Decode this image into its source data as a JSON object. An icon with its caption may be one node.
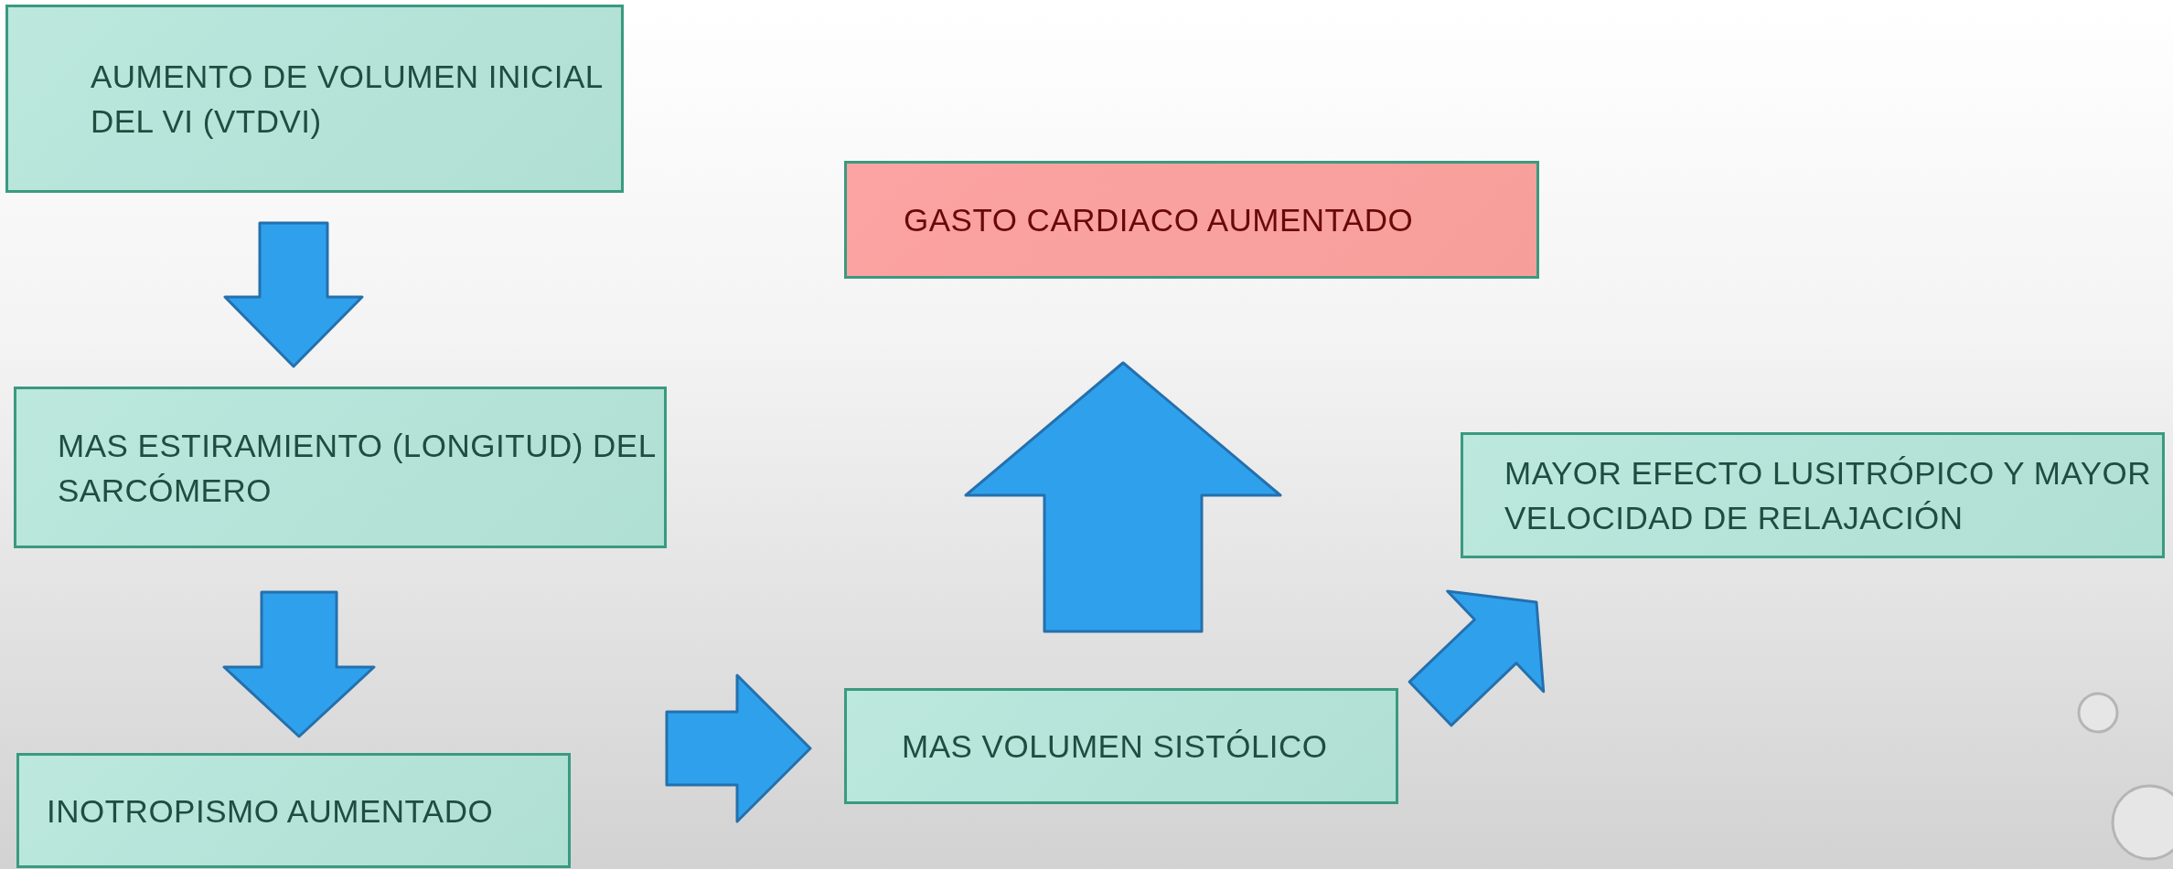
{
  "diagram": {
    "nodes": [
      {
        "text": [
          "AUMENTO DE VOLUMEN INICIAL DEL VI (VTDVI)"
        ]
      },
      {
        "text": [
          "MAS ESTIRAMIENTO (LONGITUD) DEL SARCÓMERO"
        ]
      },
      {
        "text": [
          "INOTROPISMO AUMENTADO"
        ]
      },
      {
        "text": [
          "GASTO CARDIACO AUMENTADO"
        ]
      },
      {
        "text": [
          "MAS VOLUMEN SISTÓLICO"
        ]
      },
      {
        "text": [
          "MAYOR EFECTO LUSITRÓPICO Y MAYOR VELOCIDAD DE RELAJACIÓN"
        ]
      }
    ],
    "edges": [
      {
        "from": 0,
        "to": 1,
        "arrow": "to"
      },
      {
        "from": 1,
        "to": 2,
        "arrow": "to"
      },
      {
        "from": 2,
        "to": 4,
        "arrow": "to"
      },
      {
        "from": 4,
        "to": 3,
        "arrow": "to"
      },
      {
        "from": 4,
        "to": 5,
        "arrow": "to"
      }
    ]
  }
}
